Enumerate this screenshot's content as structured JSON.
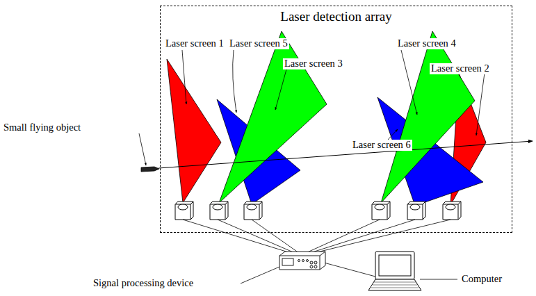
{
  "diagram": {
    "nodes": [
      {
        "text": [
          "Laser detection array"
        ]
      }
    ],
    "labels": [
      "Laser screen 1",
      "Laser screen 5",
      "Laser screen 3",
      "Laser screen 4",
      "Laser screen 2",
      "Laser screen 6",
      "Small flying object",
      "Signal processing device",
      "Computer"
    ]
  }
}
